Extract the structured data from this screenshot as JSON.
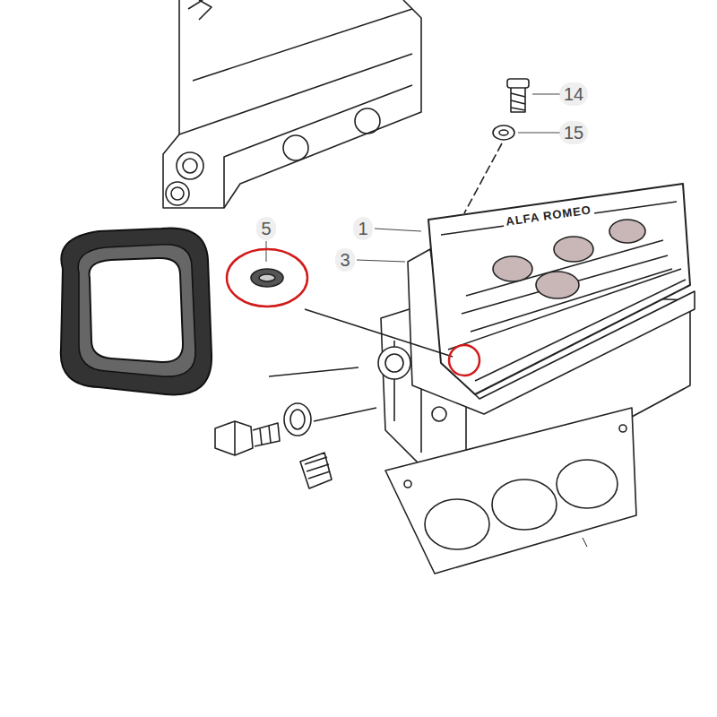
{
  "diagram": {
    "labels": [
      "14",
      "15",
      "1",
      "3",
      "5",
      "ALFA ROMEO"
    ]
  }
}
